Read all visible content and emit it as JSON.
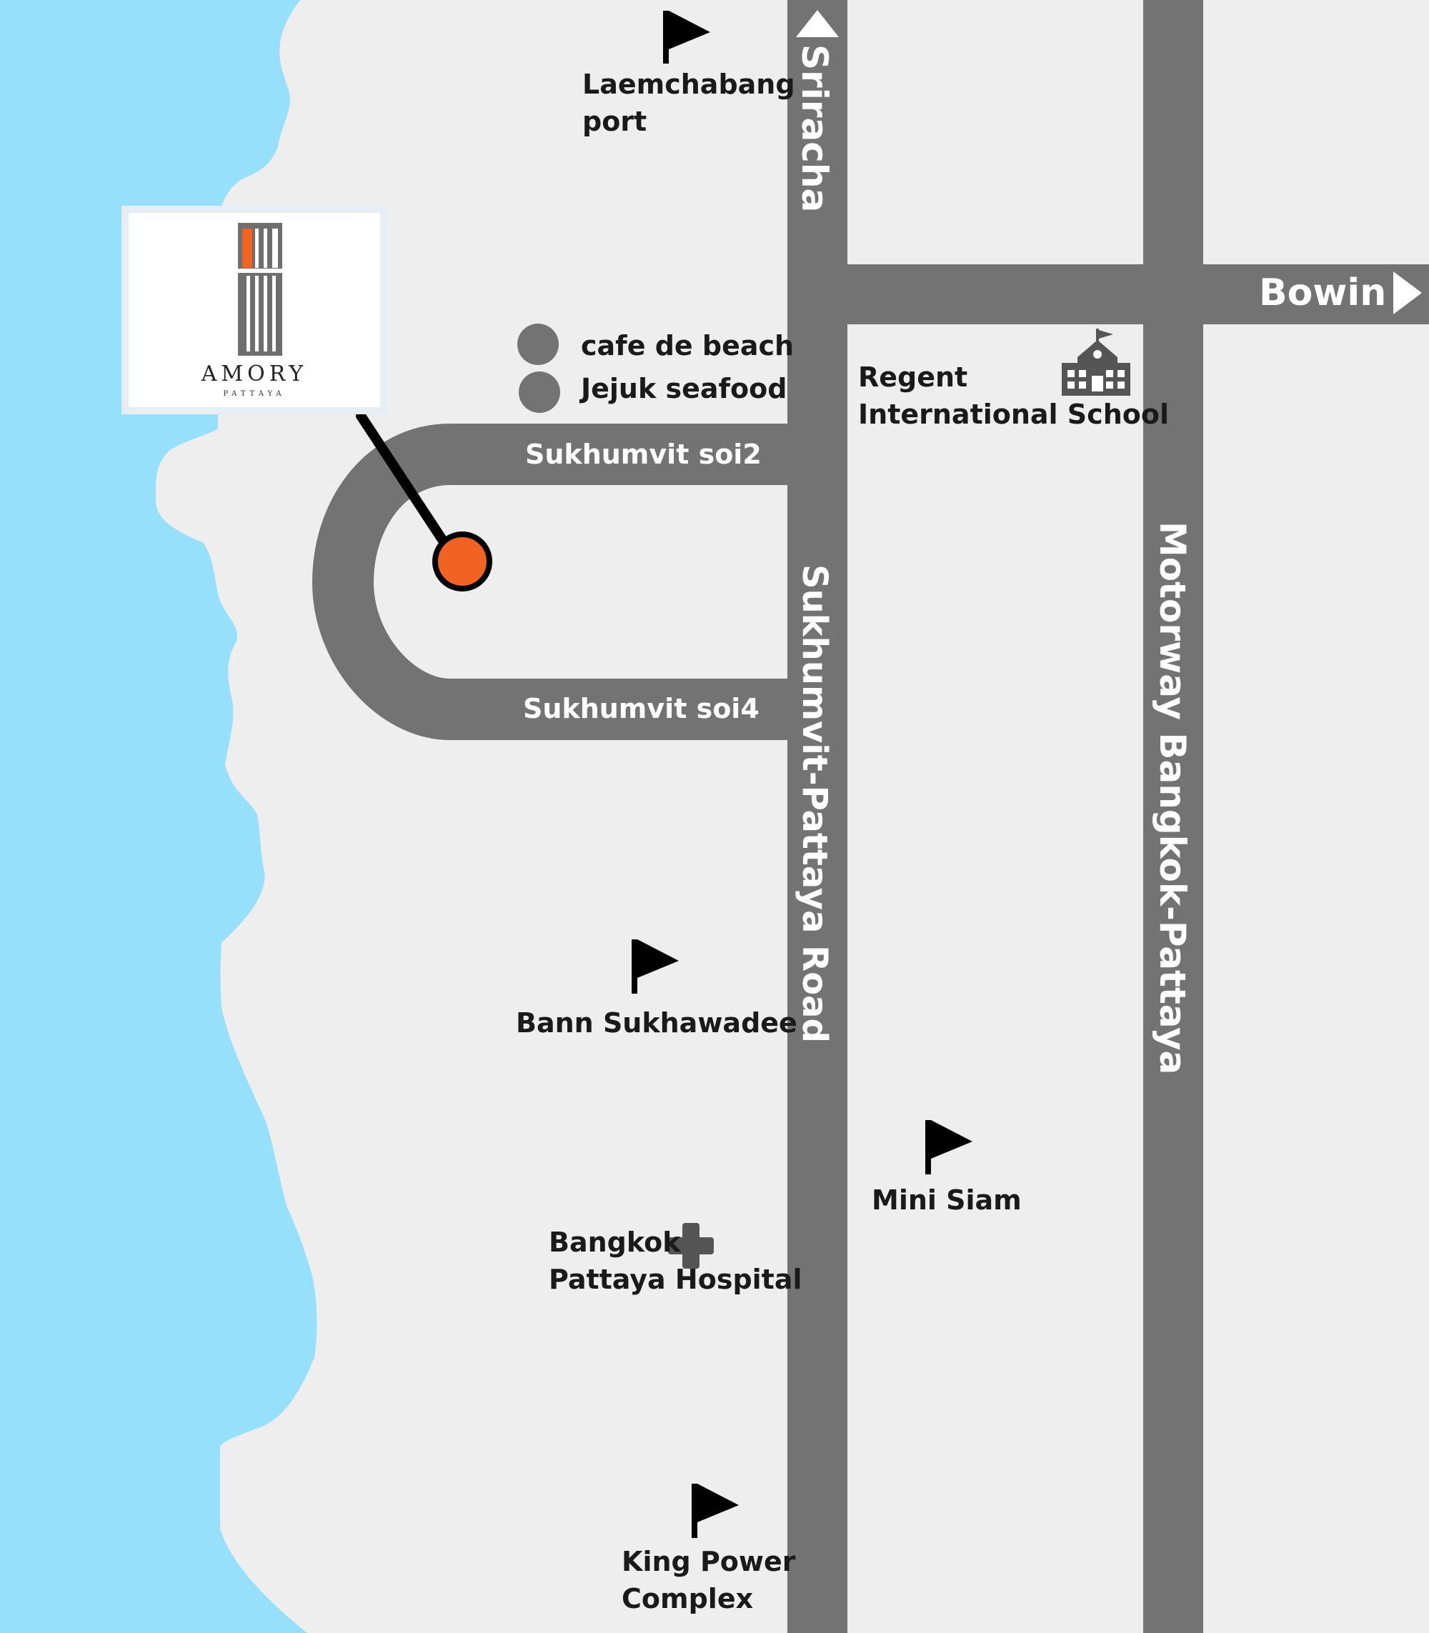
{
  "colors": {
    "sea": "#96e0fc",
    "land": "#eeeeee",
    "road": "#737373",
    "accent_orange": "#f26322",
    "pin_outline": "#000000",
    "text_dark": "#1a1a1a",
    "text_light": "#ffffff"
  },
  "logo": {
    "word": "AMORY",
    "sub": "PATTAYA"
  },
  "roads": {
    "sriracha": "Sriracha",
    "bowin": "Bowin",
    "soi2": "Sukhumvit soi2",
    "soi4": "Sukhumvit soi4",
    "sukhumvit_road": "Sukhumvit-Pattaya Road",
    "motorway": "Motorway Bangkok-Pattaya"
  },
  "places": {
    "laemchabang": [
      "Laemchabang",
      "port"
    ],
    "cafe": "cafe de beach",
    "jejuk": "Jejuk seafood",
    "regent": [
      "Regent",
      "International School"
    ],
    "bann": "Bann Sukhawadee",
    "mini_siam": "Mini Siam",
    "hospital": [
      "Bangkok",
      "Pattaya Hospital"
    ],
    "king_power": [
      "King Power",
      "Complex"
    ]
  },
  "icons": {
    "flag": "flag-icon",
    "school": "school-icon",
    "hospital": "hospital-cross-icon",
    "poi_dot": "poi-dot-icon",
    "location_pin": "location-pin-icon",
    "arrow_up": "arrow-up-icon",
    "arrow_right": "arrow-right-icon"
  }
}
